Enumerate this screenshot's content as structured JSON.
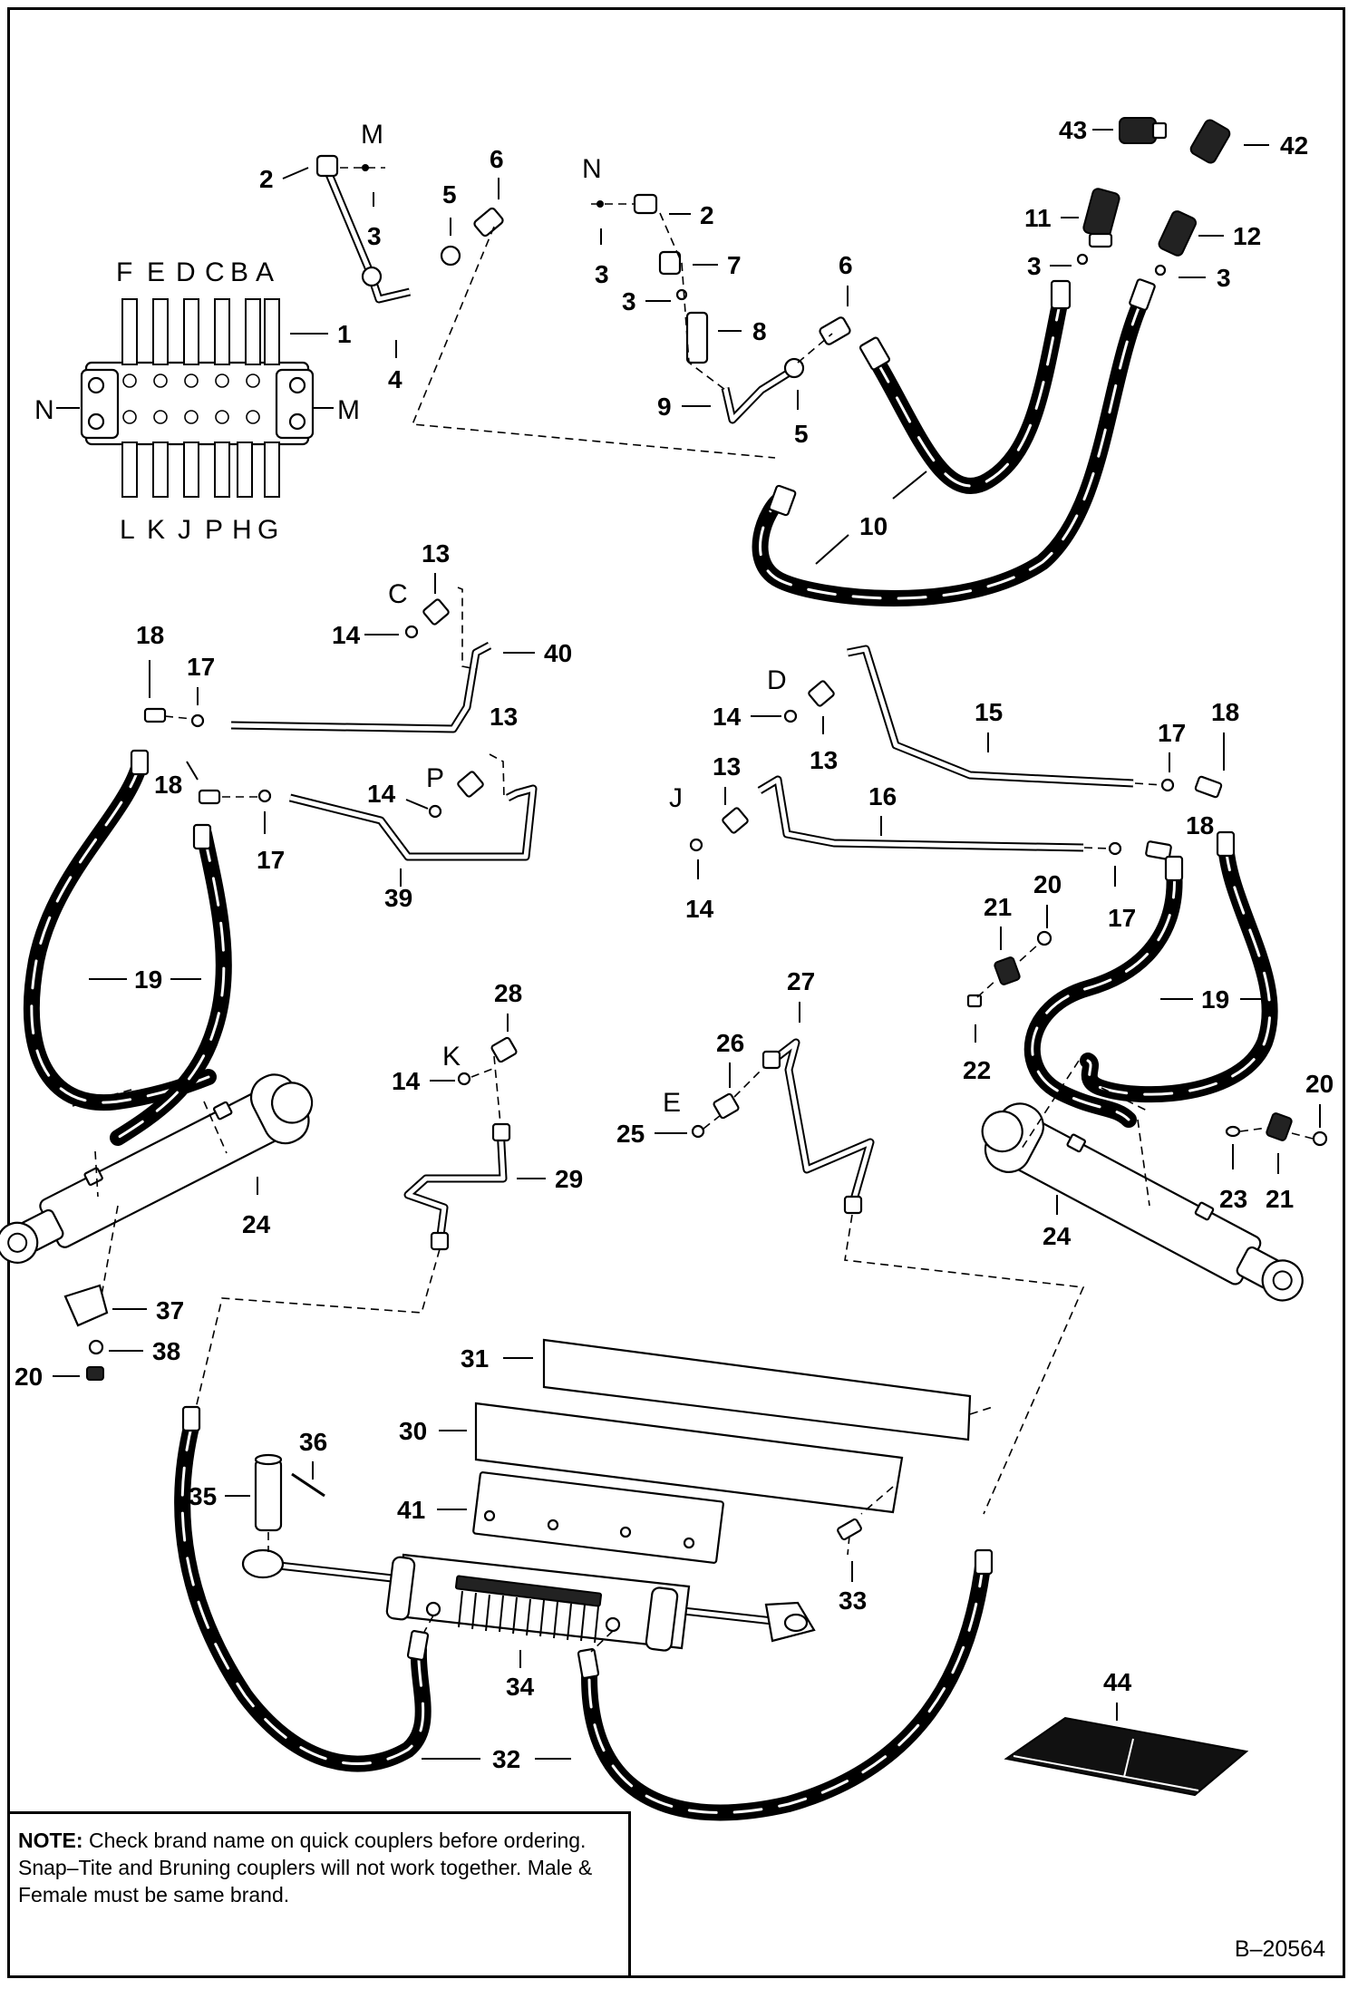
{
  "note": {
    "label": "NOTE:",
    "text": " Check brand name on quick couplers before ordering. Snap–Tite and Bruning couplers will not work together. Male & Female must be same brand."
  },
  "drawing_number": "B–20564",
  "callouts": {
    "c1": "1",
    "c2a": "2",
    "c2b": "2",
    "c3a": "3",
    "c3b": "3",
    "c3c": "3",
    "c3d": "3",
    "c3e": "3",
    "c4": "4",
    "c5a": "5",
    "c5b": "5",
    "c6a": "6",
    "c6b": "6",
    "c7": "7",
    "c8": "8",
    "c9": "9",
    "c10": "10",
    "c11": "11",
    "c12": "12",
    "c13a": "13",
    "c13b": "13",
    "c13c": "13",
    "c13d": "13",
    "c14a": "14",
    "c14b": "14",
    "c14c": "14",
    "c14d": "14",
    "c14e": "14",
    "c15": "15",
    "c16": "16",
    "c17a": "17",
    "c17b": "17",
    "c17c": "17",
    "c17d": "17",
    "c18a": "18",
    "c18b": "18",
    "c18c": "18",
    "c18d": "18",
    "c19a": "19",
    "c19b": "19",
    "c20a": "20",
    "c20b": "20",
    "c20c": "20",
    "c21a": "21",
    "c21b": "21",
    "c22": "22",
    "c23": "23",
    "c24a": "24",
    "c24b": "24",
    "c25": "25",
    "c26": "26",
    "c27": "27",
    "c28": "28",
    "c29": "29",
    "c30": "30",
    "c31": "31",
    "c32": "32",
    "c33": "33",
    "c34": "34",
    "c35": "35",
    "c36": "36",
    "c37": "37",
    "c38": "38",
    "c39": "39",
    "c40": "40",
    "c41": "41",
    "c42": "42",
    "c43": "43",
    "c44": "44"
  },
  "port_labels": {
    "top": [
      "F",
      "E",
      "D",
      "C",
      "B",
      "A"
    ],
    "bottom": [
      "L",
      "K",
      "J",
      "P",
      "H",
      "G"
    ],
    "left": "N",
    "right": "M",
    "m_fitting": "M",
    "n_fitting": "N",
    "c_fitting": "C",
    "d_fitting": "D",
    "p_fitting": "P",
    "j_fitting": "J",
    "k_fitting": "K",
    "e_fitting": "E"
  }
}
